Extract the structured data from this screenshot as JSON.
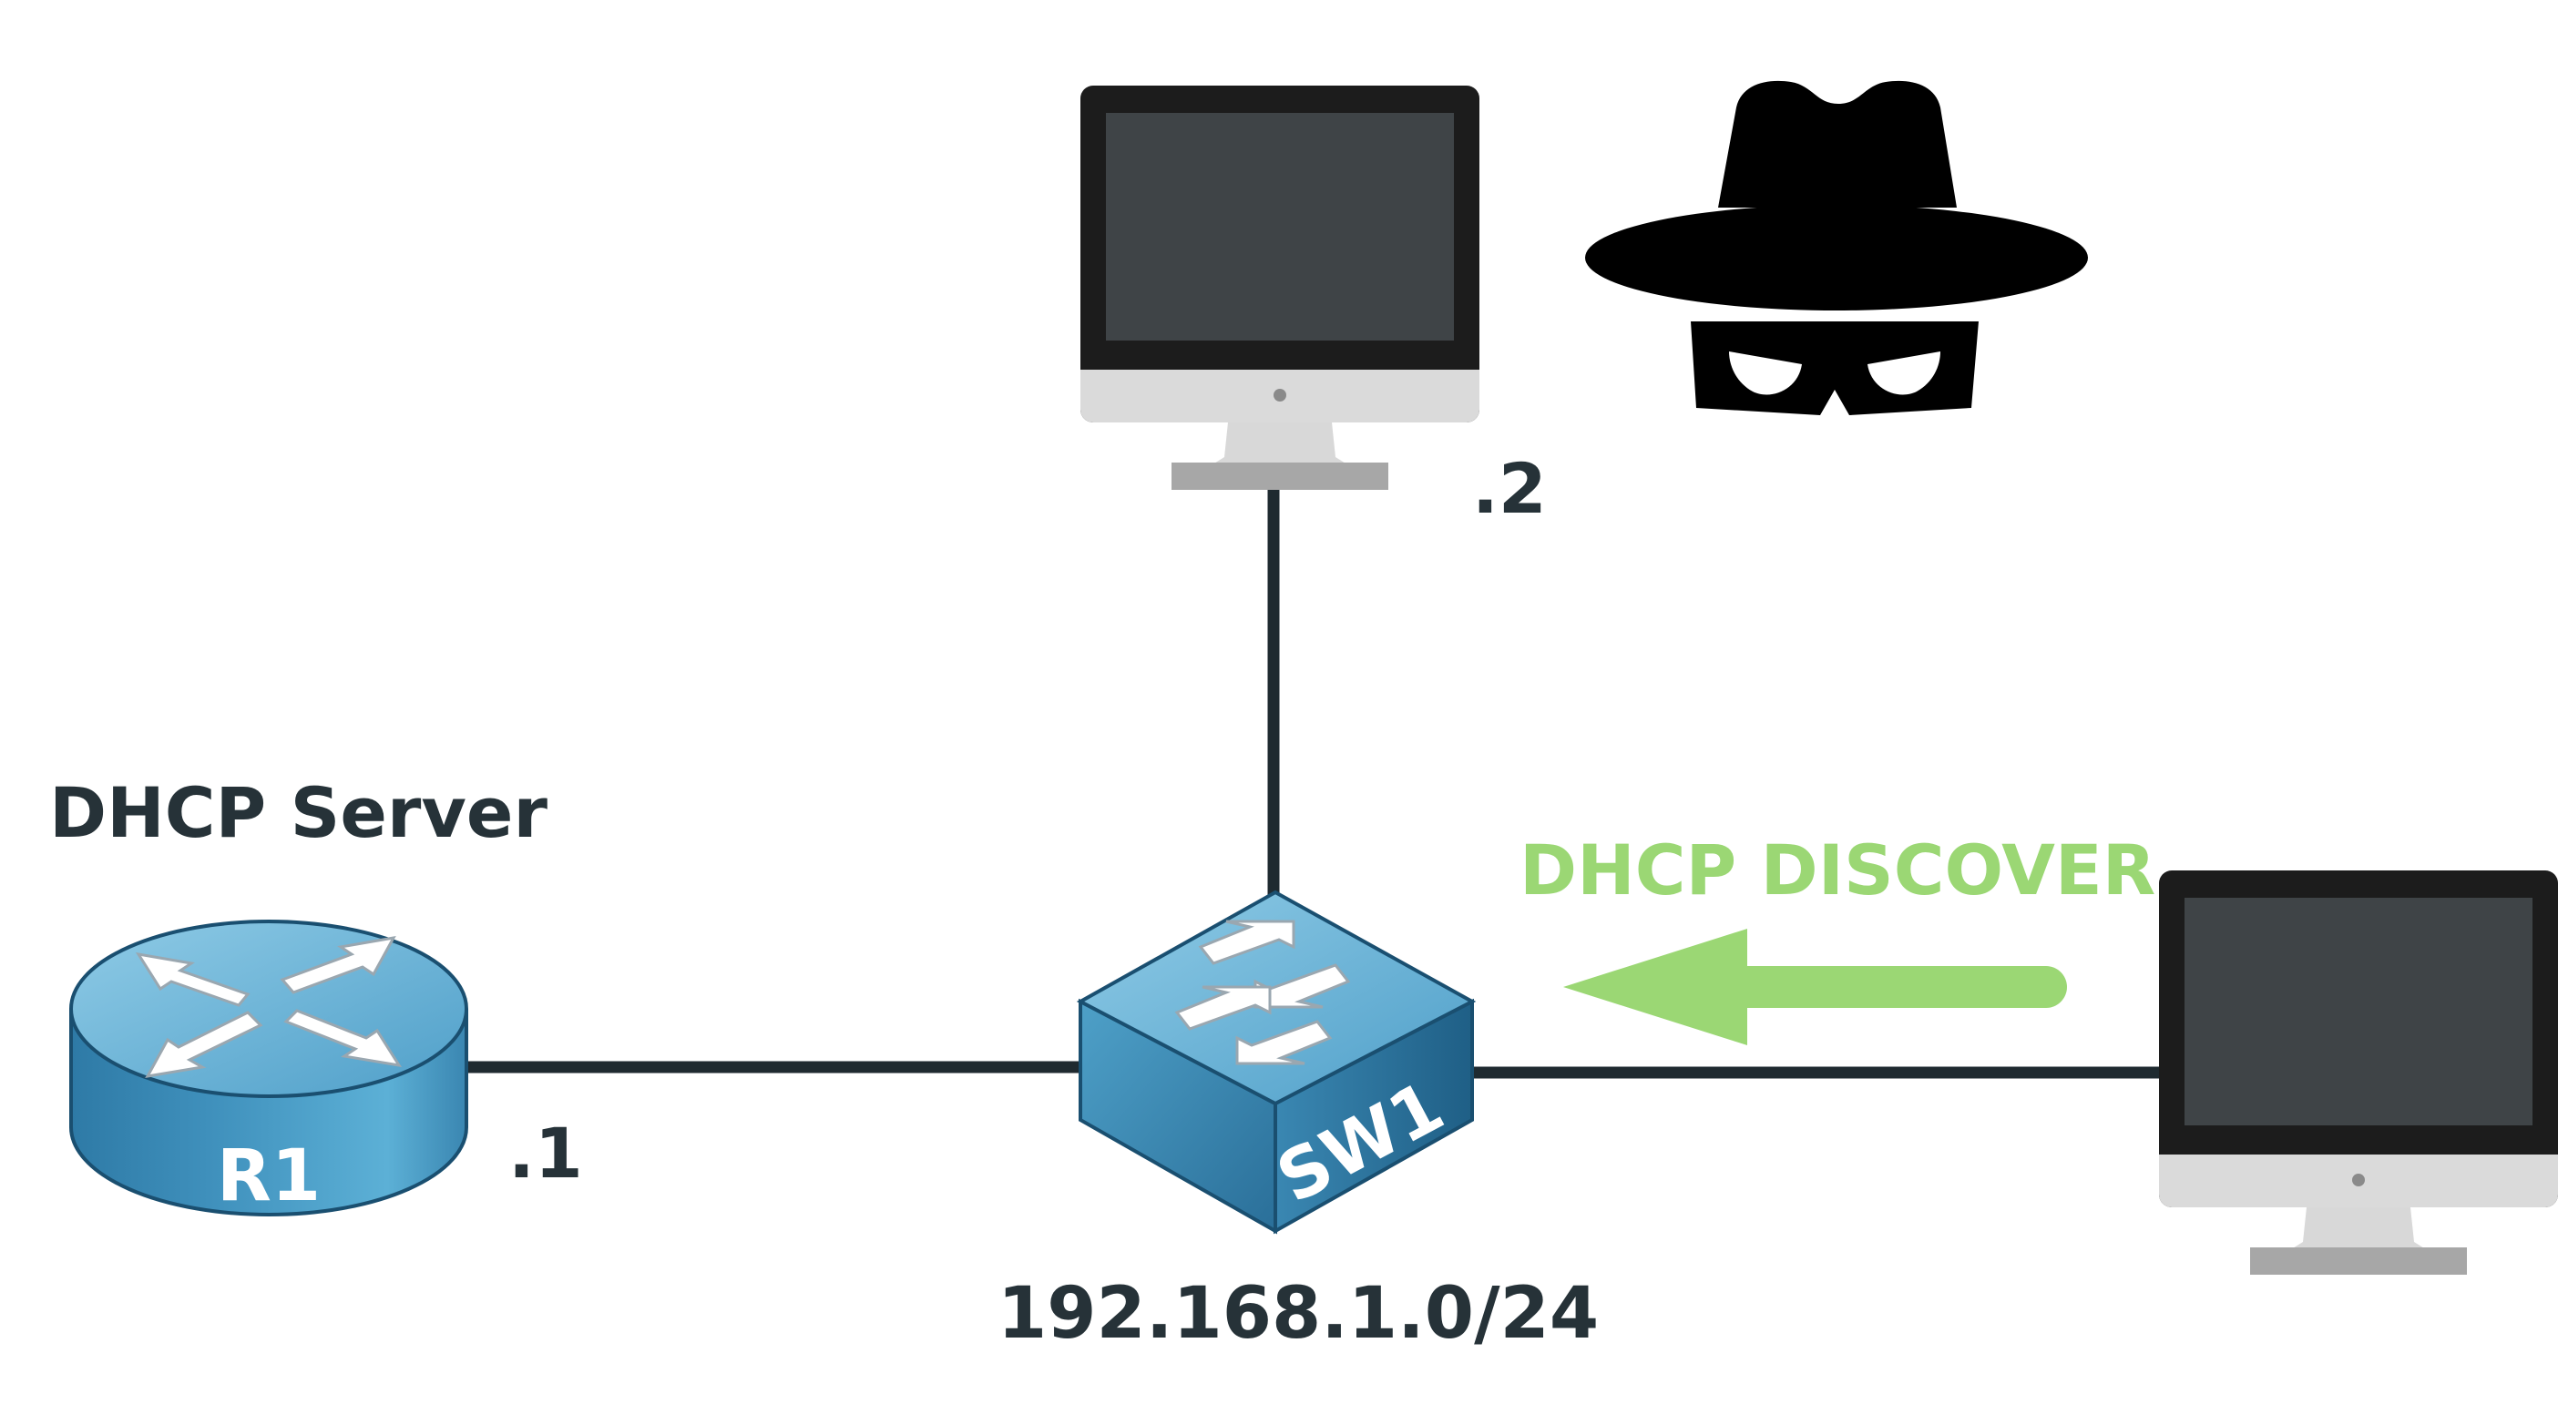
{
  "labels": {
    "dhcp_server": "DHCP Server",
    "router_ip": ".1",
    "host_ip": ".2",
    "subnet": "192.168.1.0/24",
    "message": "DHCP DISCOVER"
  },
  "devices": {
    "router": {
      "name": "R1",
      "icon": "router-icon"
    },
    "switch": {
      "name": "SW1",
      "icon": "switch-icon"
    },
    "attacker_pc": {
      "icon": "desktop-computer-icon"
    },
    "client_pc": {
      "icon": "desktop-computer-icon"
    },
    "attacker": {
      "icon": "spy-icon"
    }
  },
  "colors": {
    "line": "#1f2a30",
    "message": "#9bd774",
    "device_blue": "#3f8fbb",
    "monitor_bezel": "#1c1c1c",
    "monitor_screen": "#3f4447"
  }
}
